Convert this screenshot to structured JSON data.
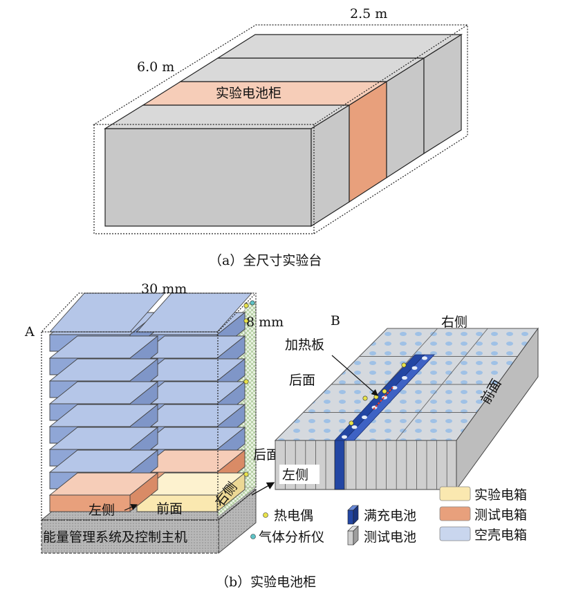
{
  "panel_a": {
    "length_label": "6.0 m",
    "width_label": "2.5 m",
    "cabinet_label": "实验电池柜",
    "caption": "（a）全尺寸实验台"
  },
  "panel_b": {
    "caption": "（b）实验电池柜",
    "rack_letter": "A",
    "module_letter": "B",
    "dim_30": "30 mm",
    "dim_8": "8 mm",
    "rack_left": "左侧",
    "rack_front": "前面",
    "rack_back": "后面",
    "rack_right": "右侧",
    "base_label": "能量管理系统及控制主机",
    "module_right": "右侧",
    "module_back": "后面",
    "module_front": "前面",
    "module_left": "左侧",
    "heater_label": "加热板"
  },
  "legend": {
    "thermocouple": "热电偶",
    "gas_analyzer": "气体分析仪",
    "full_cell": "满充电池",
    "test_cell": "测试电池",
    "exp_box": "实验电箱",
    "test_box": "测试电箱",
    "empty_box": "空壳电箱"
  },
  "colors": {
    "gray_face": "#c8c8c8",
    "gray_top": "#d9d9d9",
    "orange_face": "#e8a07c",
    "orange_top": "#f6cdb8",
    "blue_face": "#8fa6d6",
    "blue_top": "#b5c6e8",
    "cream": "#fae8b0",
    "full_cell_blue": "#2346a3"
  }
}
